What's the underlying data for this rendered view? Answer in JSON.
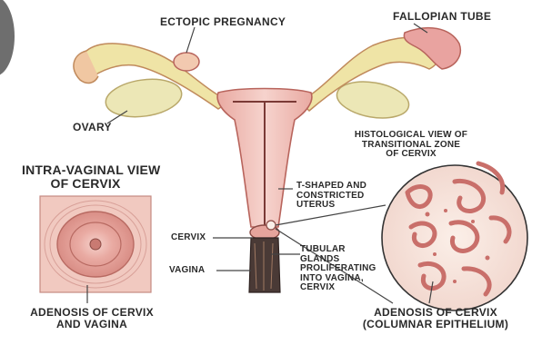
{
  "labels": {
    "ectopic_pregnancy": "ECTOPIC PREGNANCY",
    "fallopian_tube": "FALLOPIAN TUBE",
    "ovary": "OVARY",
    "intra_vaginal_view_line1": "INTRA-VAGINAL VIEW",
    "intra_vaginal_view_line2": "OF CERVIX",
    "histological_view_line1": "HISTOLOGICAL VIEW OF",
    "histological_view_line2": "TRANSITIONAL ZONE",
    "histological_view_line3": "OF CERVIX",
    "t_shaped_line1": "T-SHAPED AND",
    "t_shaped_line2": "CONSTRICTED",
    "t_shaped_line3": "UTERUS",
    "cervix": "CERVIX",
    "vagina": "VAGINA",
    "tubular_glands_line1": "TUBULAR",
    "tubular_glands_line2": "GLANDS",
    "tubular_glands_line3": "PROLIFERATING",
    "tubular_glands_line4": "INTO VAGINA,",
    "tubular_glands_line5": "CERVIX",
    "adenosis_cervix_vagina_line1": "ADENOSIS OF CERVIX",
    "adenosis_cervix_vagina_line2": "AND VAGINA",
    "adenosis_cervix_line1": "ADENOSIS OF CERVIX",
    "adenosis_cervix_line2": "(COLUMNAR EPITHELIUM)"
  },
  "colors": {
    "uterus_fill": "#f3c6c0",
    "uterus_edge": "#b8645c",
    "tube_fill": "#efe4a6",
    "ovary_fill": "#ece7b6",
    "cervix_tissue": "#e6a49c",
    "gland": "#c96f6a",
    "vagina_fill": "#4a3a36",
    "line": "#444444"
  }
}
